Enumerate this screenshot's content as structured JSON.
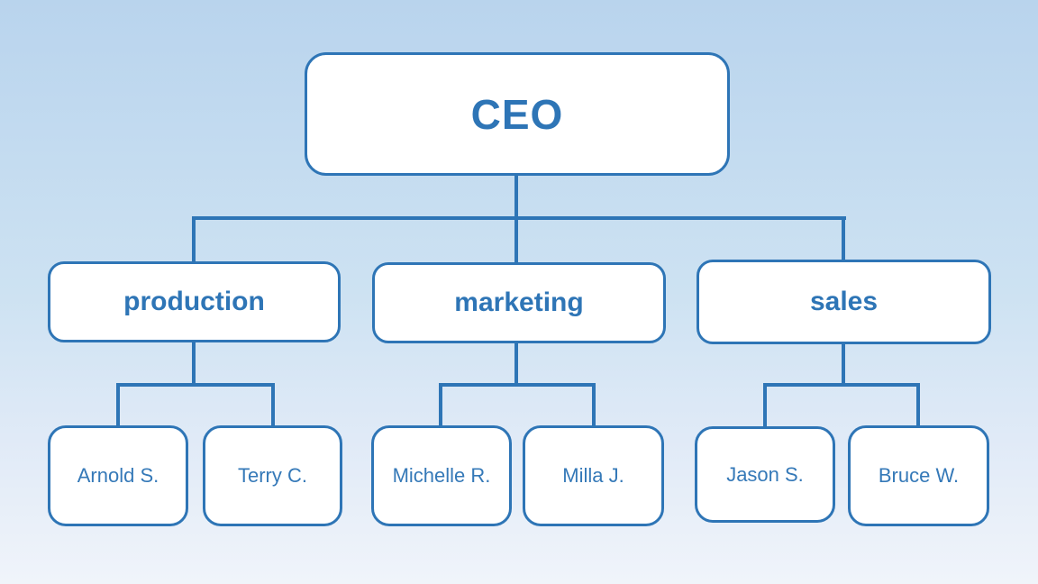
{
  "org": {
    "root": {
      "label": "CEO"
    },
    "departments": [
      {
        "label": "production",
        "members": [
          {
            "label": "Arnold S."
          },
          {
            "label": "Terry C."
          }
        ]
      },
      {
        "label": "marketing",
        "members": [
          {
            "label": "Michelle R."
          },
          {
            "label": "Milla J."
          }
        ]
      },
      {
        "label": "sales",
        "members": [
          {
            "label": "Jason S."
          },
          {
            "label": "Bruce W."
          }
        ]
      }
    ]
  },
  "colors": {
    "line": "#2e75b6",
    "node_border": "#2e75b6",
    "node_fill": "#ffffff",
    "root_text": "#2e75b6",
    "leaf_text": "#3579b8",
    "background_top": "#b9d4ed",
    "background_bottom": "#f0f4fa"
  }
}
